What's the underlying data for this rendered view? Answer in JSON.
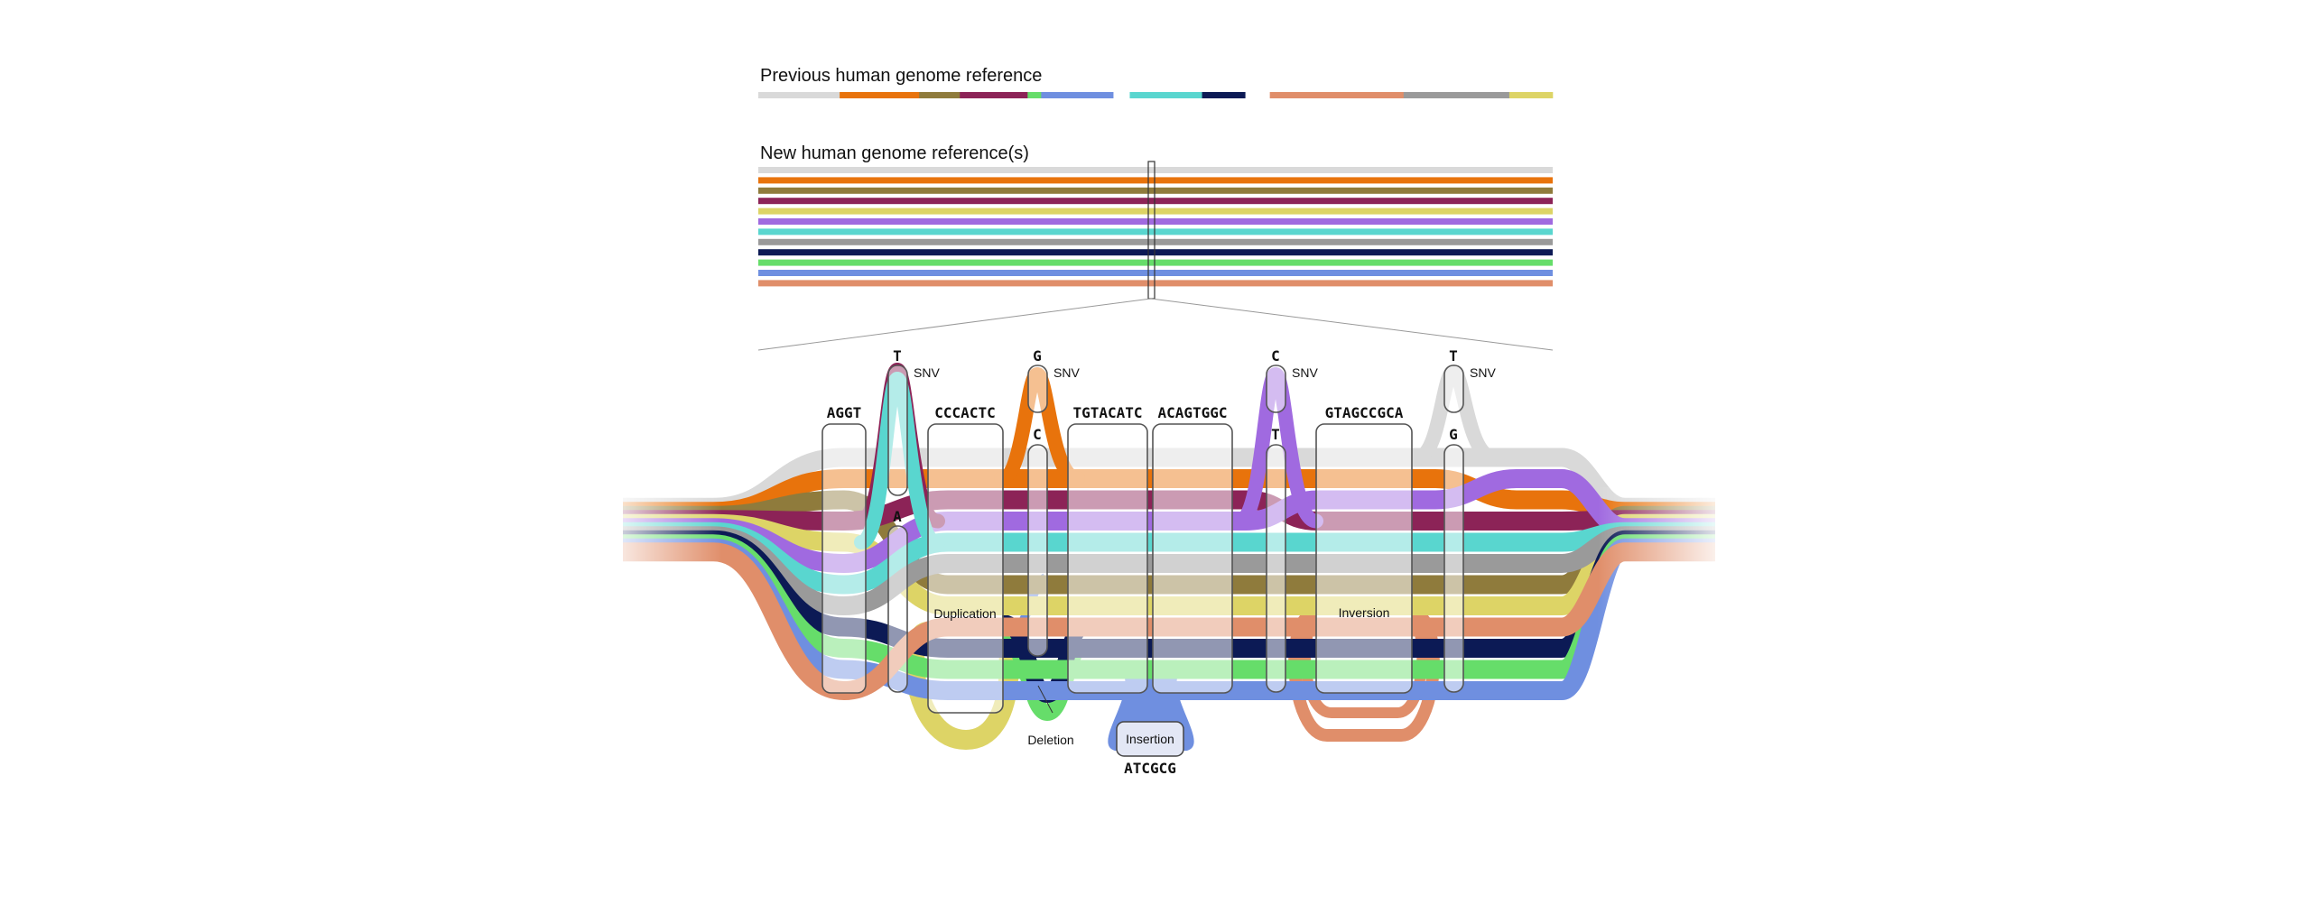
{
  "titles": {
    "previous": "Previous human genome reference",
    "new": "New human genome reference(s)"
  },
  "colors": {
    "light_gray": "#d9d9d9",
    "orange": "#e8730c",
    "olive": "#8f7b3c",
    "maroon": "#8c2357",
    "yellow": "#ddd466",
    "purple": "#a06ae0",
    "teal": "#59d6cf",
    "gray": "#9a9a9a",
    "navy": "#0c1a55",
    "green": "#66dd6a",
    "blue": "#6f8fe0",
    "salmon": "#e08e6a"
  },
  "previous_reference_segments": [
    {
      "color": "light_gray",
      "weight": 90
    },
    {
      "color": "orange",
      "weight": 88
    },
    {
      "color": "olive",
      "weight": 45
    },
    {
      "color": "maroon",
      "weight": 75
    },
    {
      "color": "green",
      "weight": 15
    },
    {
      "color": "blue",
      "weight": 80
    },
    {
      "color": "white",
      "weight": 18
    },
    {
      "color": "teal",
      "weight": 80
    },
    {
      "color": "navy",
      "weight": 48
    },
    {
      "color": "white",
      "weight": 27
    },
    {
      "color": "salmon",
      "weight": 148
    },
    {
      "color": "gray",
      "weight": 117
    },
    {
      "color": "yellow",
      "weight": 48
    }
  ],
  "new_reference_haplotypes": [
    "light_gray",
    "orange",
    "olive",
    "maroon",
    "yellow",
    "purple",
    "teal",
    "gray",
    "navy",
    "green",
    "blue",
    "salmon"
  ],
  "graph": {
    "sequences": [
      "AGGT",
      "CCCACTC",
      "TGTACATC",
      "ACAGTGGC",
      "GTAGCCGCA"
    ],
    "snvs": [
      {
        "alt": "T",
        "ref": "A",
        "label": "SNV"
      },
      {
        "alt": "G",
        "ref": "C",
        "label": "SNV"
      },
      {
        "alt": "C",
        "ref": "T",
        "label": "SNV"
      },
      {
        "alt": "T",
        "ref": "G",
        "label": "SNV"
      }
    ],
    "variant_labels": {
      "duplication": "Duplication",
      "deletion": "Deletion",
      "insertion": "Insertion",
      "inversion": "Inversion"
    },
    "insertion_sequence": "ATCGCG"
  }
}
